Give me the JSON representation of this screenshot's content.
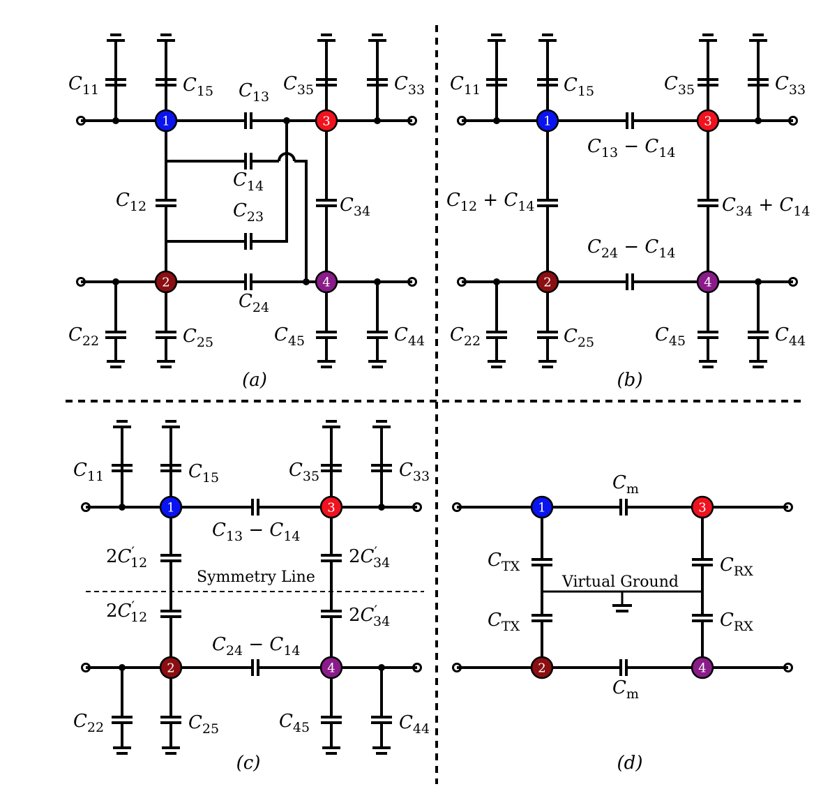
{
  "colors": {
    "node1": "#0a14f0",
    "node2": "#8b0f12",
    "node3": "#f0121e",
    "node4": "#8a1c8a"
  },
  "node_labels": {
    "n1": "1",
    "n2": "2",
    "n3": "3",
    "n4": "4"
  },
  "panels": {
    "a": {
      "caption": "(a)",
      "C11": {
        "main": "C",
        "sub": "11"
      },
      "C15": {
        "main": "C",
        "sub": "15"
      },
      "C13": {
        "main": "C",
        "sub": "13"
      },
      "C35": {
        "main": "C",
        "sub": "35"
      },
      "C33": {
        "main": "C",
        "sub": "33"
      },
      "C14": {
        "main": "C",
        "sub": "14"
      },
      "C12": {
        "main": "C",
        "sub": "12"
      },
      "C23": {
        "main": "C",
        "sub": "23"
      },
      "C34": {
        "main": "C",
        "sub": "34"
      },
      "C24": {
        "main": "C",
        "sub": "24"
      },
      "C22": {
        "main": "C",
        "sub": "22"
      },
      "C25": {
        "main": "C",
        "sub": "25"
      },
      "C45": {
        "main": "C",
        "sub": "45"
      },
      "C44": {
        "main": "C",
        "sub": "44"
      }
    },
    "b": {
      "caption": "(b)",
      "C11": {
        "main": "C",
        "sub": "11"
      },
      "C15": {
        "main": "C",
        "sub": "15"
      },
      "C35": {
        "main": "C",
        "sub": "35"
      },
      "C33": {
        "main": "C",
        "sub": "33"
      },
      "C13m14": {
        "a": "C",
        "asub": "13",
        "op": " − ",
        "b": "C",
        "bsub": "14"
      },
      "C12p14": {
        "a": "C",
        "asub": "12",
        "op": " + ",
        "b": "C",
        "bsub": "14"
      },
      "C34p14": {
        "a": "C",
        "asub": "34",
        "op": " + ",
        "b": "C",
        "bsub": "14"
      },
      "C24m14": {
        "a": "C",
        "asub": "24",
        "op": " − ",
        "b": "C",
        "bsub": "14"
      },
      "C22": {
        "main": "C",
        "sub": "22"
      },
      "C25": {
        "main": "C",
        "sub": "25"
      },
      "C45": {
        "main": "C",
        "sub": "45"
      },
      "C44": {
        "main": "C",
        "sub": "44"
      }
    },
    "c": {
      "caption": "(c)",
      "symmetry_line": "Symmetry Line",
      "C11": {
        "main": "C",
        "sub": "11"
      },
      "C15": {
        "main": "C",
        "sub": "15"
      },
      "C35": {
        "main": "C",
        "sub": "35"
      },
      "C33": {
        "main": "C",
        "sub": "33"
      },
      "C13m14": {
        "a": "C",
        "asub": "13",
        "op": " − ",
        "b": "C",
        "bsub": "14"
      },
      "C24m14": {
        "a": "C",
        "asub": "24",
        "op": " − ",
        "b": "C",
        "bsub": "14"
      },
      "twoC12": {
        "coef": "2",
        "main": "C",
        "sup": "′",
        "sub": "12"
      },
      "twoC34": {
        "coef": "2",
        "main": "C",
        "sup": "′",
        "sub": "34"
      },
      "C22": {
        "main": "C",
        "sub": "22"
      },
      "C25": {
        "main": "C",
        "sub": "25"
      },
      "C45": {
        "main": "C",
        "sub": "45"
      },
      "C44": {
        "main": "C",
        "sub": "44"
      }
    },
    "d": {
      "caption": "(d)",
      "virtual_ground": "Virtual Ground",
      "Cm": {
        "main": "C",
        "sub": "m"
      },
      "CTX": {
        "main": "C",
        "sub": "TX"
      },
      "CRX": {
        "main": "C",
        "sub": "RX"
      }
    }
  }
}
